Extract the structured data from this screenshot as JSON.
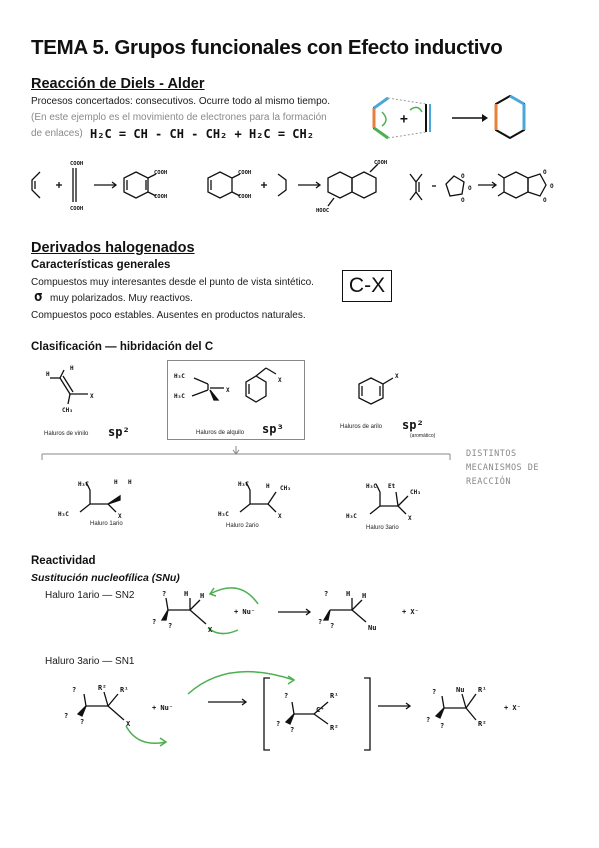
{
  "title": "TEMA 5. Grupos funcionales con Efecto inductivo",
  "diels_alder": {
    "heading": "Reacción de Diels - Alder",
    "line1": "Procesos concertados: consecutivos. Ocurre todo al mismo tiempo.",
    "note1": "(En este ejemplo es el movimiento de electrones para la formación",
    "note2": "de enlaces)",
    "equation": "H₂C = CH - CH - CH₂  +  H₂C = CH₂",
    "plus": "+"
  },
  "halogenados": {
    "heading": "Derivados halogenados",
    "sub": "Características generales",
    "line1": "Compuestos muy interesantes desde el punto de vista sintético.",
    "sigma": "σ",
    "line2": "muy polarizados. Muy reactivos.",
    "line3": "Compuestos poco estables. Ausentes en productos naturales.",
    "cx": "C-X"
  },
  "clasificacion": {
    "heading": "Clasificación — hibridación del C",
    "vinilo": "Haluros de vinilo",
    "vinilo_hyb": "sp²",
    "alquilo": "Haluros de alquilo",
    "alquilo_hyb": "sp³",
    "arilo": "Haluros de arilo",
    "arilo_hyb": "sp²",
    "arilo_note": "(aromático)",
    "mecanismos": "DISTINTOS\nMECANISMOS DE\nREACCIÓN",
    "h1": "Haluro 1ario",
    "h2": "Haluro 2ario",
    "h3": "Haluro 3ario"
  },
  "reactividad": {
    "heading": "Reactividad",
    "sub": "Sustitución nucleofílica (SNu)",
    "sn2": "Haluro 1ario — SN2",
    "sn1": "Haluro 3ario — SN1"
  },
  "colors": {
    "orange": "#e8803a",
    "blue": "#4aa8d8",
    "green": "#4caf50",
    "grey": "#8a8a8a"
  }
}
